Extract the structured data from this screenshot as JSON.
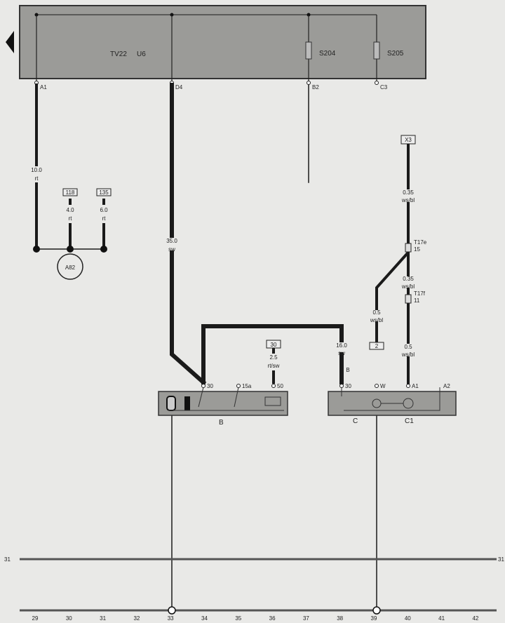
{
  "control_unit": {
    "label_tv": "TV22",
    "label_u": "U6",
    "fuse_1": "S204",
    "fuse_2": "S205",
    "pins": [
      "A1",
      "D4",
      "B2",
      "C3"
    ]
  },
  "wires": {
    "a1": {
      "size": "10.0",
      "color": "rt"
    },
    "d4": {
      "size": "35.0",
      "color": "sw"
    },
    "w118": {
      "box": "118",
      "size": "4.0",
      "color": "rt"
    },
    "w135": {
      "box": "135",
      "size": "6.0",
      "color": "rt"
    },
    "b_to_c": {
      "size": "16.0",
      "color": "sw",
      "mark": "B"
    },
    "pin50": {
      "box": "30",
      "size": "2.5",
      "color": "rt/sw"
    },
    "right_top": {
      "box": "X3",
      "size": "0.35",
      "color": "ws/bl"
    },
    "right_mid": {
      "size": "0.35",
      "color": "ws/bl"
    },
    "right_low": {
      "size": "0.5",
      "color": "ws/bl"
    },
    "branch": {
      "size": "0.5",
      "color": "ws/bl",
      "box": "2"
    }
  },
  "connectors": {
    "t17e": "T17e",
    "t17e_pin": "15",
    "t17f": "T17f",
    "t17f_pin": "11"
  },
  "ground": {
    "label": "A82"
  },
  "starter": {
    "label": "B",
    "pins": [
      "30",
      "15a",
      "50"
    ]
  },
  "alternator": {
    "label": "C",
    "label2": "C1",
    "pins": [
      "30",
      "W",
      "A1",
      "A2"
    ]
  },
  "bus": {
    "left_mark": "31",
    "right_mark": "31"
  },
  "grid_numbers": [
    "29",
    "30",
    "31",
    "32",
    "33",
    "34",
    "35",
    "36",
    "37",
    "38",
    "39",
    "40",
    "41",
    "42"
  ]
}
